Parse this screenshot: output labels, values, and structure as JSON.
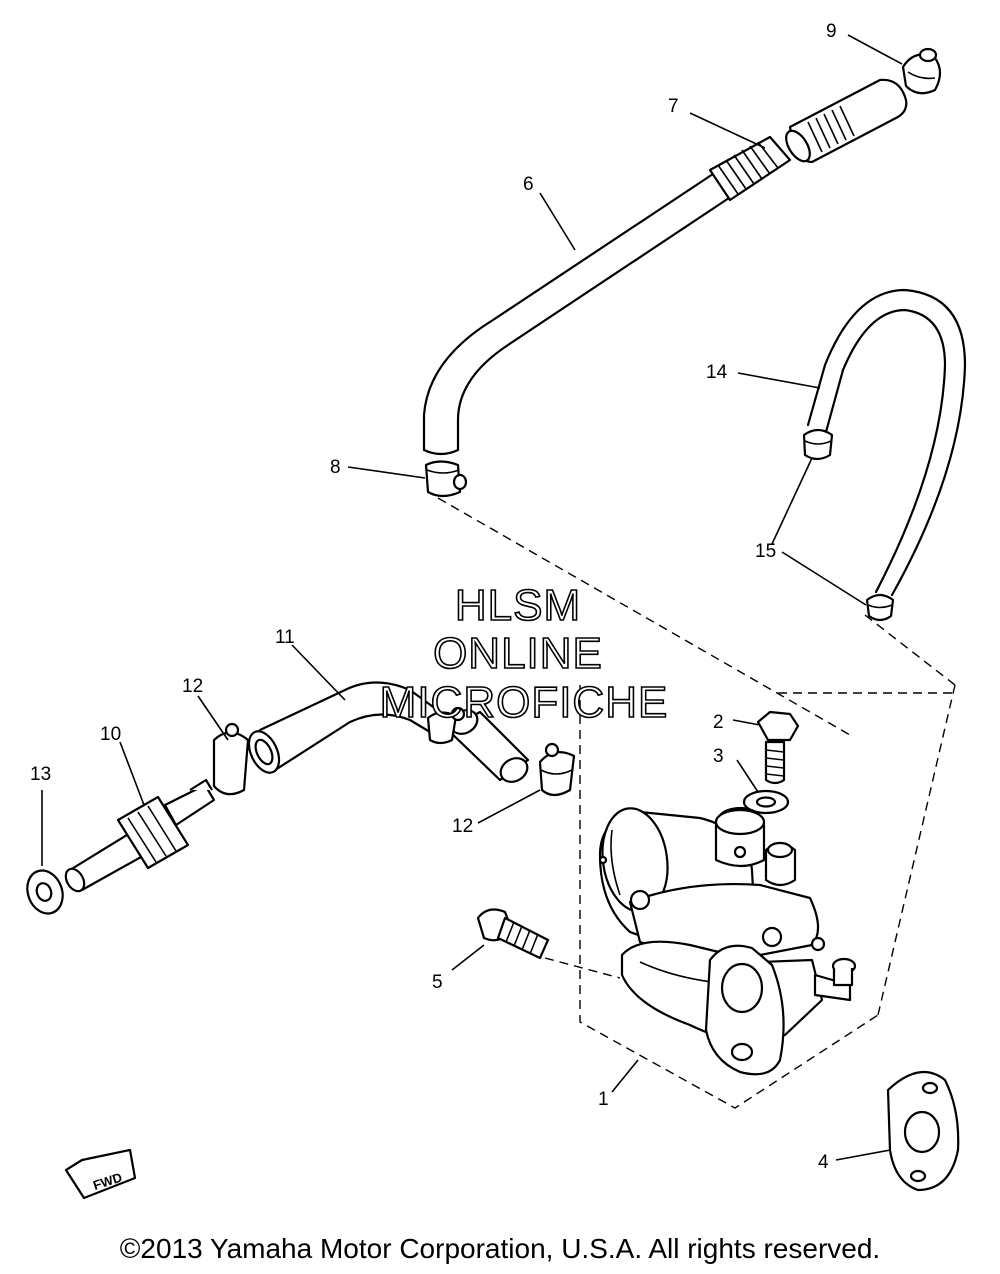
{
  "callouts": {
    "c1": "1",
    "c2": "2",
    "c3": "3",
    "c4": "4",
    "c5": "5",
    "c6": "6",
    "c7": "7",
    "c8": "8",
    "c9": "9",
    "c10": "10",
    "c11": "11",
    "c12a": "12",
    "c12b": "12",
    "c13": "13",
    "c14": "14",
    "c15": "15"
  },
  "watermark": {
    "line1": "HLSM",
    "line2": "ONLINE",
    "line3": "MICROFICHE"
  },
  "fwd_mark": "FWD",
  "copyright": "©2013 Yamaha Motor Corporation, U.S.A. All rights reserved."
}
